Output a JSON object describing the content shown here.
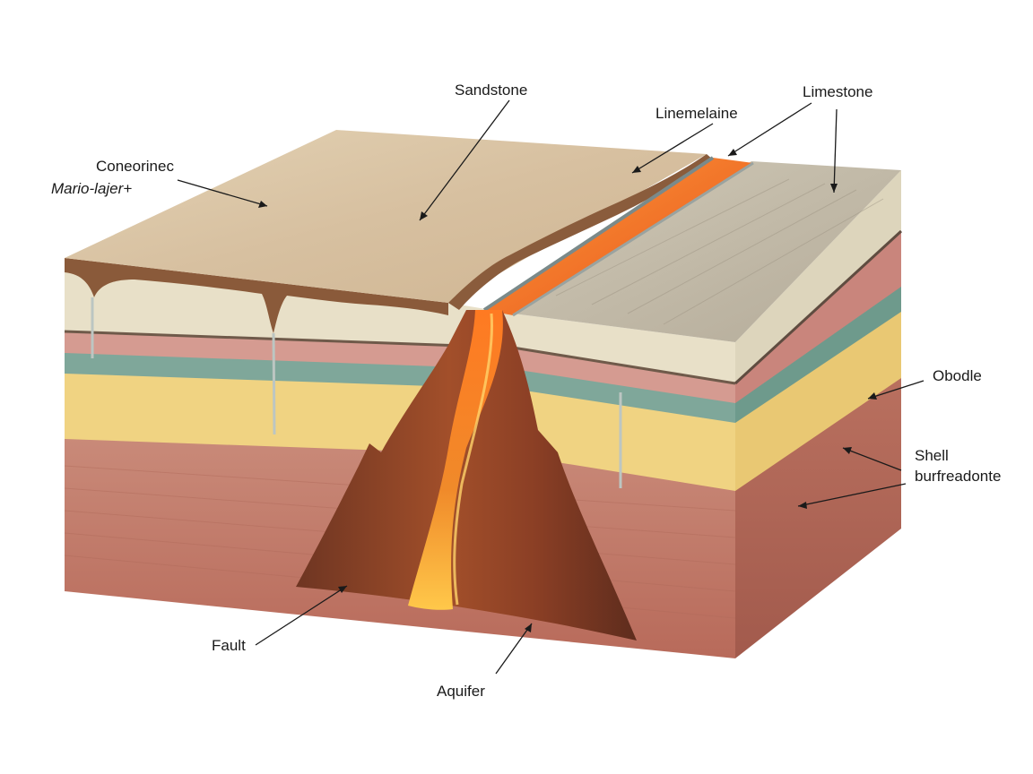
{
  "labels": {
    "sandstone": "Sandstone",
    "linemelaine": "Linemelaine",
    "limestone": "Limestone",
    "coneorinec": "Coneorinec",
    "mario_lajer": "Mario-lajer+",
    "obodle": "Obodle",
    "shell": "Shell",
    "burfreadonte": "burfreadonte",
    "fault": "Fault",
    "aquifer": "Aquifer"
  },
  "colors": {
    "top_surface": "#dcc7a6",
    "limestone_top": "#c6bfae",
    "cream_layer": "#e9e2cc",
    "pink_layer": "#d49a90",
    "teal_layer": "#7fa89a",
    "yellow_layer": "#f1d27f",
    "red_layer": "#c57a6a",
    "magma": "#f2661f",
    "magma_core": "#ffae3a",
    "cone": "#8f4a2e"
  }
}
